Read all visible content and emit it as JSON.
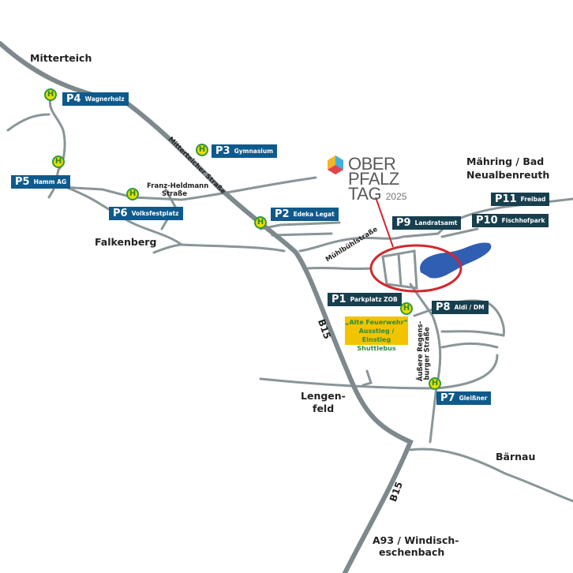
{
  "colors": {
    "road": "#8a9598",
    "main_road": "#7d898d",
    "lake": "#2f5eb3",
    "event_ring": "#d2282e",
    "parking_blue": "#0f5a8c",
    "parking_dark": "#173f4e",
    "stop_fill": "#e8dc00",
    "stop_green": "#2f9a3c",
    "shuttle_bg": "#f2c400"
  },
  "logo": {
    "line1": "OBER",
    "line2": "PFALZ",
    "line3": "TAG",
    "year": "2025"
  },
  "towns": {
    "mitterteich": "Mitterteich",
    "falkenberg": "Falkenberg",
    "maehring_1": "Mähring / Bad",
    "maehring_2": "Neualbenreuth",
    "lengenfeld_1": "Lengen-",
    "lengenfeld_2": "feld",
    "baernau": "Bärnau",
    "a93_1": "A93 / Windisch-",
    "a93_2": "eschenbach"
  },
  "roads": {
    "mitterteicher": "Mitterteicher Straße",
    "franz_1": "Franz-Heldmann",
    "franz_2": "Straße",
    "muehl": "Mühlbühlstraße",
    "aeussere_1": "Äußere Regens-",
    "aeussere_2": "burger Straße",
    "b15_a": "B15",
    "b15_b": "B15"
  },
  "parking": [
    {
      "num": "P1",
      "name": "Parkplatz ZOB"
    },
    {
      "num": "P2",
      "name": "Edeka Legat"
    },
    {
      "num": "P3",
      "name": "Gymnasium"
    },
    {
      "num": "P4",
      "name": "Wagnerholz"
    },
    {
      "num": "P5",
      "name": "Hamm AG"
    },
    {
      "num": "P6",
      "name": "Volksfestplatz"
    },
    {
      "num": "P7",
      "name": "Gleißner"
    },
    {
      "num": "P8",
      "name": "Aldi / DM"
    },
    {
      "num": "P9",
      "name": "Landratsamt"
    },
    {
      "num": "P10",
      "name": "Fischhofpark"
    },
    {
      "num": "P11",
      "name": "Freibad"
    }
  ],
  "stop_letter": "H",
  "shuttle": {
    "line1": "„Alte Feuerwehr“",
    "line2": "Ausstieg / Einstieg",
    "line3": "Shuttlebus"
  }
}
